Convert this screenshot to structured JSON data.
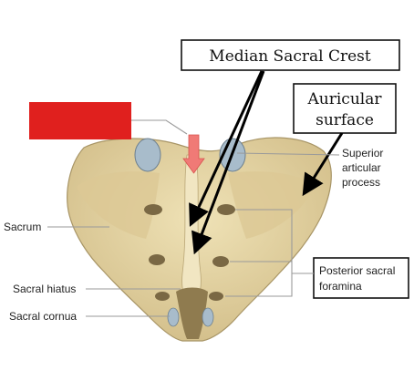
{
  "labels": {
    "median_sacral_crest": "Median Sacral Crest",
    "auricular_line1": "Auricular",
    "auricular_line2": "surface",
    "superior_line1": "Superior",
    "superior_line2": "articular",
    "superior_line3": "process",
    "sacrum": "Sacrum",
    "sacral_hiatus": "Sacral hiatus",
    "sacral_cornua": "Sacral cornua",
    "posterior_line1": "Posterior sacral",
    "posterior_line2": "foramina"
  },
  "colors": {
    "bone": "#e6d6a4",
    "bone_shadow": "#b9a676",
    "cartilage": "#a8bccb",
    "redacted_box": "#e0201e",
    "red_arrow": "#f07a76",
    "leader_line": "#9a9a9a"
  }
}
